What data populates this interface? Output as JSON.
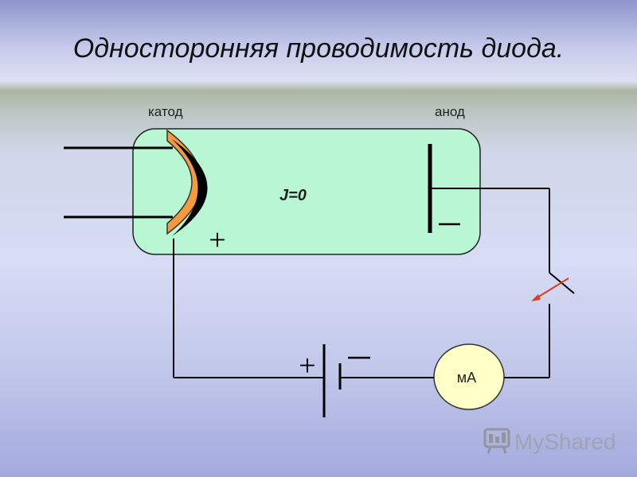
{
  "title": "Односторонняя проводимость диода.",
  "labels": {
    "cathode": "катод",
    "anode": "анод",
    "current": "J=0",
    "meter": "мА",
    "plus": "+",
    "minus": "–"
  },
  "watermark": "MyShared",
  "colors": {
    "tube_fill": "#b9f6d3",
    "cathode_fill": "#f79a3b",
    "meter_fill": "#ffffc8",
    "arrow": "#e03a1f",
    "wire": "#000000"
  }
}
